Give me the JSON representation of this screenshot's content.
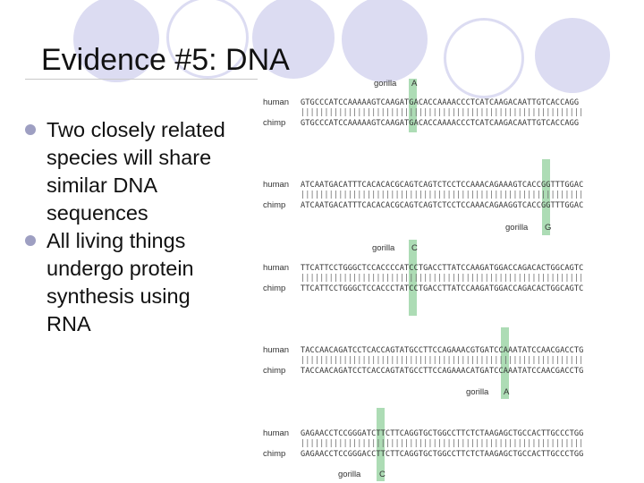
{
  "slide": {
    "title": "Evidence #5: DNA",
    "bullets": [
      "Two closely related species will share similar DNA sequences",
      "All living things undergo protein synthesis using RNA"
    ]
  },
  "figure": {
    "human_label": "human",
    "chimp_label": "chimp",
    "gorilla_label": "gorilla",
    "blocks": [
      {
        "human": "GTGCCCATCCAAAAAGTCAAGATGACACCAAAACCCTCATCAAGACAATTGTCACCAGG",
        "chimp": "GTGCCCATCCAAAAAGTCAAGATGACACCAAAACCCTCATCAAGACAATTGTCACCAGG",
        "gorilla_base": "A"
      },
      {
        "human": "ATCAATGACATTTCACACACGCAGTCAGTCTCCTCCAAACAGAAAGTCACCGGTTTGGAC",
        "chimp": "ATCAATGACATTTCACACACGCAGTCAGTCTCCTCCAAACAGAAGGTCACCGGTTTGGAC",
        "gorilla_base": "G"
      },
      {
        "human": "TTCATTCCTGGGCTCCACCCCATCCTGACCTTATCCAAGATGGACCAGACACTGGCAGTC",
        "chimp": "TTCATTCCTGGGCTCCACCCTATCCTGACCTTATCCAAGATGGACCAGACACTGGCAGTC",
        "gorilla_base": "C"
      },
      {
        "human": "TACCAACAGATCCTCACCAGTATGCCTTCCAGAAACGTGATCCAAATATCCAACGACCTG",
        "chimp": "TACCAACAGATCCTCACCAGTATGCCTTCCAGAAACATGATCCAAATATCCAACGACCTG",
        "gorilla_base": "A"
      },
      {
        "human": "GAGAACCTCCGGGATCTTCTTCAGGTGCTGGCCTTCTCTAAGAGCTGCCACTTGCCCTGG",
        "chimp": "GAGAACCTCCGGGACCTTCTTCAGGTGCTGGCCTTCTCTAAGAGCTGCCACTTGCCCTGG",
        "gorilla_base": "C"
      }
    ],
    "match_bars": "||||||||||||||||||||||||||||||||||||||||||||||||||||||||||||",
    "highlight_color": "#9fd6a8"
  }
}
